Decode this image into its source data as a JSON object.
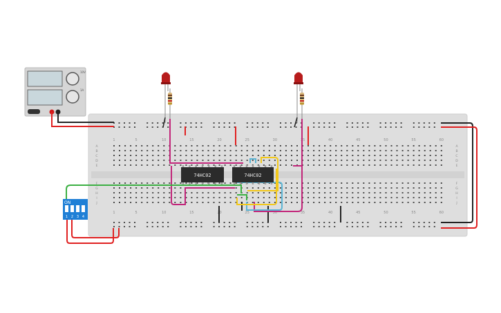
{
  "power_supply": {
    "volt_label": "10V",
    "amp_label": "1A"
  },
  "chips": [
    {
      "name": "74HC02"
    },
    {
      "name": "74HC02"
    }
  ],
  "dip_switch": {
    "on_label": "ON",
    "positions": [
      "1",
      "2",
      "3",
      "4"
    ]
  },
  "breadboard": {
    "column_numbers_top": [
      "1",
      "5",
      "10",
      "15",
      "20",
      "25",
      "30",
      "35",
      "40",
      "45",
      "50",
      "55",
      "60"
    ],
    "column_numbers_bottom": [
      "1",
      "5",
      "10",
      "15",
      "20",
      "25",
      "30",
      "35",
      "40",
      "45",
      "50",
      "55",
      "60"
    ],
    "row_letters_upper": [
      "A",
      "B",
      "C",
      "D",
      "E"
    ],
    "row_letters_lower": [
      "F",
      "G",
      "H",
      "I",
      "J"
    ]
  },
  "colors": {
    "board": "#dedede",
    "hole": "#4a4a4a",
    "wire_red": "#e02020",
    "wire_black": "#222222",
    "wire_magenta": "#c2257a",
    "wire_green": "#3cb043",
    "wire_cyan": "#5ab4d4",
    "wire_yellow": "#f2c81a",
    "led_red": "#b71c1c",
    "dip_blue": "#1e7fd6",
    "chip": "#2b2b2b"
  }
}
